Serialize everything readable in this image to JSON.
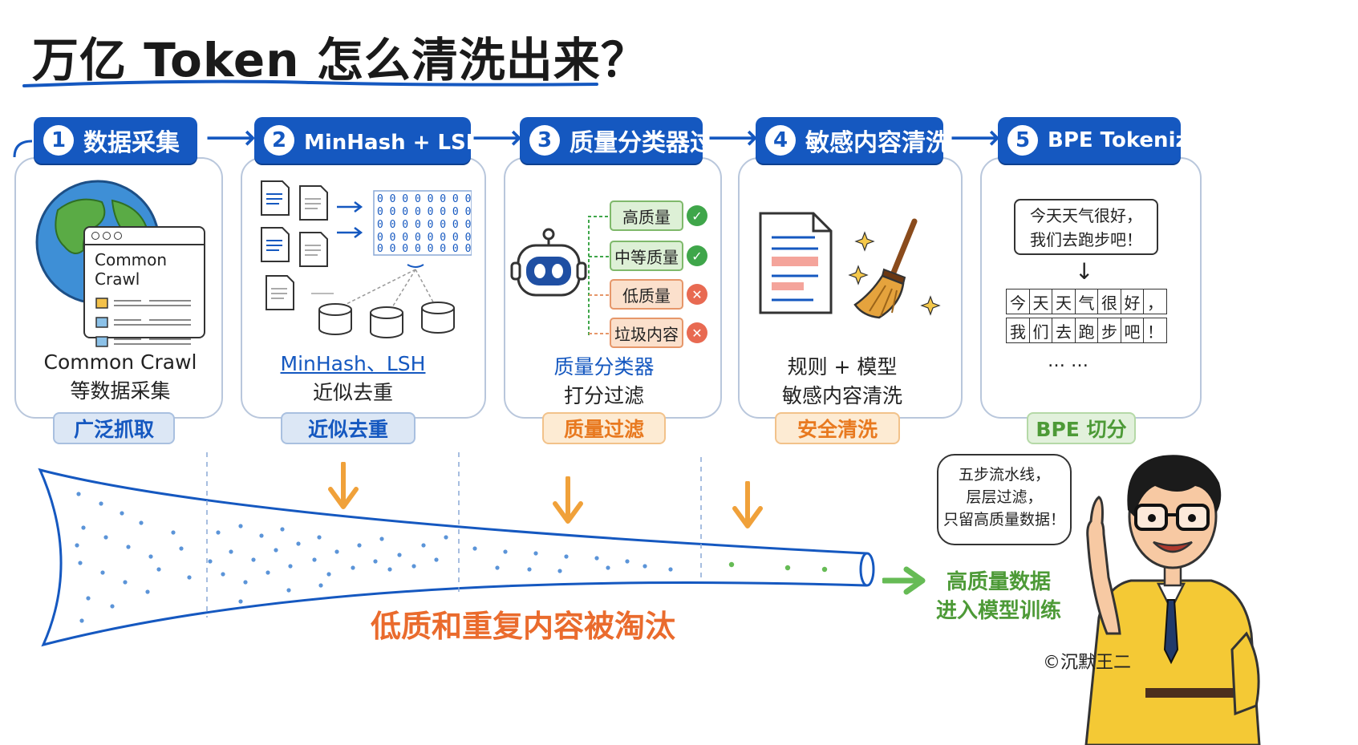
{
  "title": "万亿 Token 怎么清洗出来？",
  "steps": [
    {
      "num": "1",
      "label": "数据采集",
      "desc1": "Common Crawl",
      "desc2": "等数据采集",
      "tag": "广泛抓取"
    },
    {
      "num": "2",
      "label": "MinHash + LSH 去重",
      "desc1": "MinHash、LSH",
      "desc2": "近似去重",
      "tag": "近似去重"
    },
    {
      "num": "3",
      "label": "质量分类器过滤",
      "desc1": "质量分类器",
      "desc2": "打分过滤",
      "tag": "质量过滤"
    },
    {
      "num": "4",
      "label": "敏感内容清洗",
      "desc1": "规则 + 模型",
      "desc2": "敏感内容清洗",
      "tag": "安全清洗"
    },
    {
      "num": "5",
      "label": "BPE Tokenization",
      "tag": "BPE 切分"
    }
  ],
  "step1": {
    "window_title": "Common Crawl"
  },
  "step2": {
    "bits": "0"
  },
  "step3": {
    "levels": [
      {
        "label": "高质量",
        "mark": "✓"
      },
      {
        "label": "中等质量",
        "mark": "✓"
      },
      {
        "label": "低质量",
        "mark": "✕"
      },
      {
        "label": "垃圾内容",
        "mark": "✕"
      }
    ]
  },
  "step5": {
    "sentence_line1": "今天天气很好，",
    "sentence_line2": "我们去跑步吧！",
    "tokens_row1": [
      "今",
      "天",
      "天",
      "气",
      "很",
      "好",
      "，"
    ],
    "tokens_row2": [
      "我",
      "们",
      "去",
      "跑",
      "步",
      "吧",
      "！"
    ],
    "ellipsis": "… …",
    "down_arrow": "↓"
  },
  "funnel": {
    "waste_label": "低质和重复内容被淘汰",
    "result_line1": "高质量数据",
    "result_line2": "进入模型训练"
  },
  "speech": {
    "line1": "五步流水线，",
    "line2": "层层过滤，",
    "line3": "只留高质量数据！"
  },
  "copyright": "©沉默王二",
  "colors": {
    "accent_blue": "#1558c0",
    "orange": "#f0a13a",
    "green": "#4d9a37",
    "waste_text": "#ea6b2d"
  }
}
